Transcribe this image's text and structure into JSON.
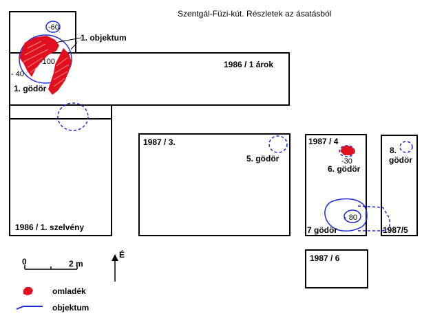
{
  "title": "Szentgál-Füzi-kút. Részletek az ásatásból",
  "labels": {
    "objektum_1": "1. objektum",
    "arok_1986": "1986 / 1 árok",
    "godor_1": "1. gödör",
    "szelveny_1986": "1986 / 1. szelvény",
    "box_1987_3": "1987 / 3.",
    "godor_5": "5. gödör",
    "box_1987_4": "1987 / 4",
    "godor_6": "6. gödör",
    "godor_8_a": "8.",
    "godor_8_b": "gödör",
    "godor_7": "7 gödör",
    "box_1987_5": "1987/5",
    "box_1987_6": "1987 / 6"
  },
  "depths": {
    "d60": "-60",
    "d100": "-100",
    "d40": "- 40",
    "d30": "-30",
    "d80": "- 80"
  },
  "scale": {
    "zero": "0",
    "two": "2 m"
  },
  "north": "É",
  "legend": {
    "debris": "omladék",
    "feature": "objektum"
  },
  "colors": {
    "debris": "#e0101e",
    "feature": "#1a2bd6"
  }
}
